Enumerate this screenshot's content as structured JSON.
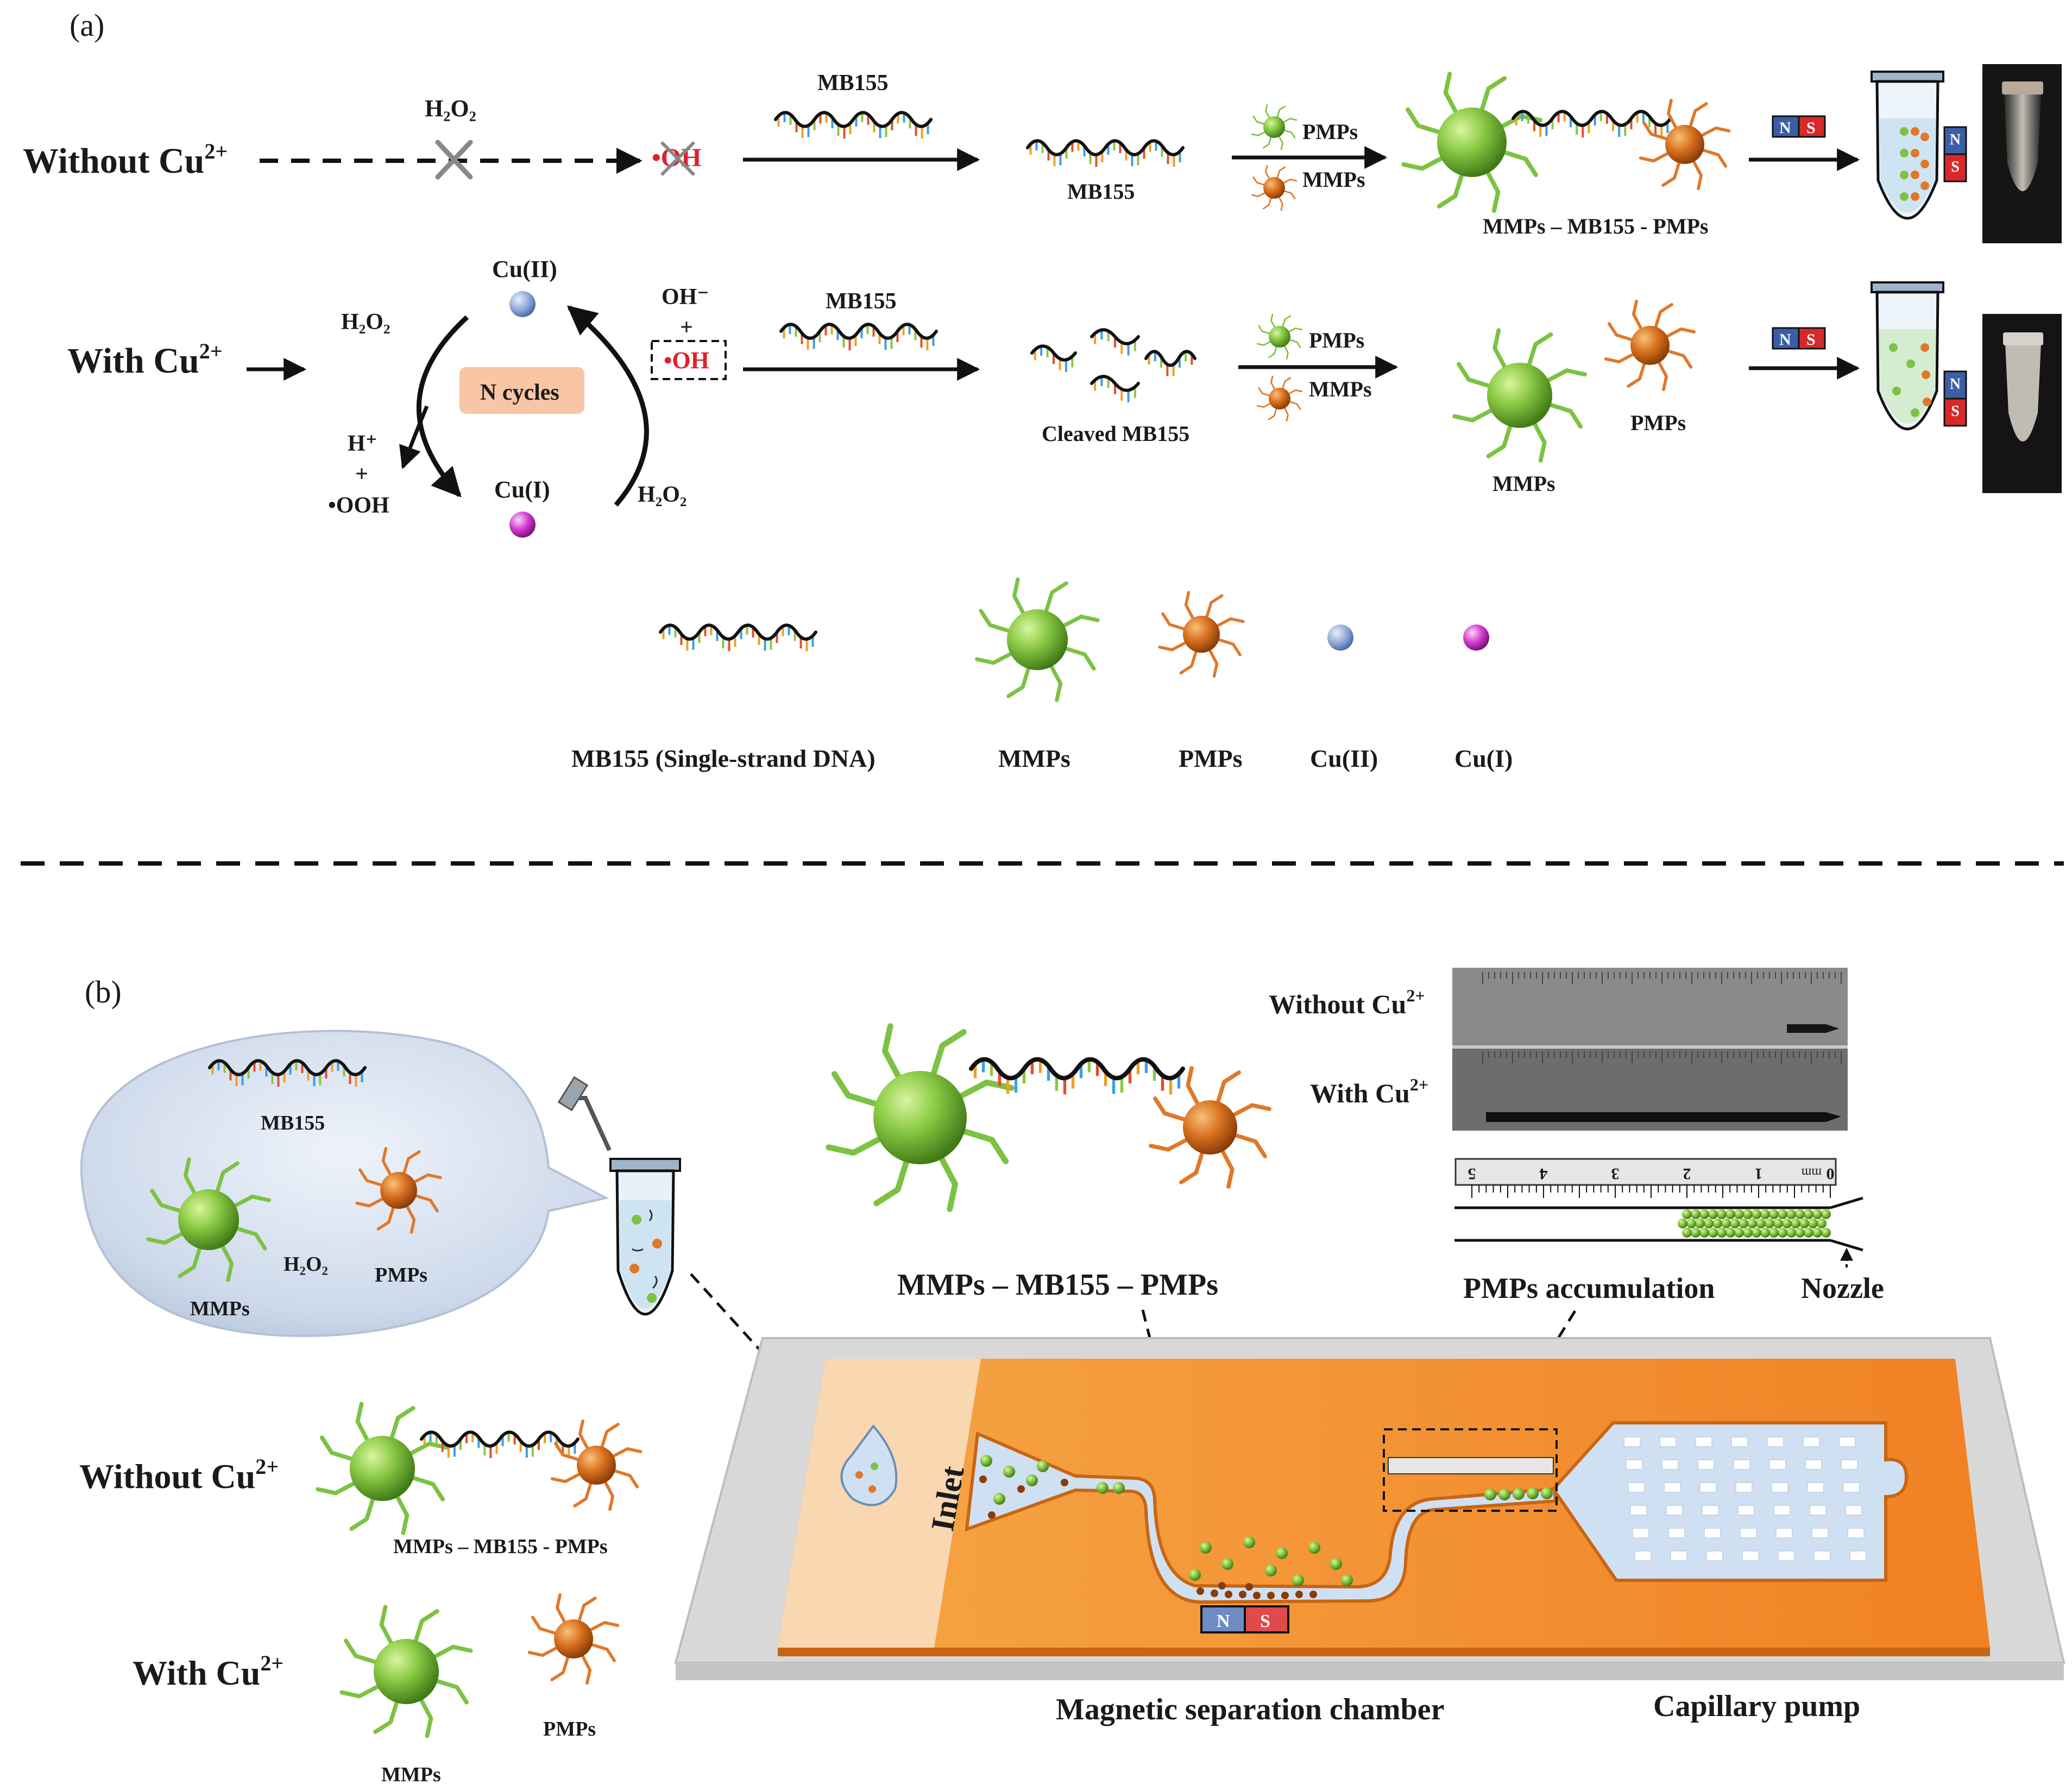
{
  "panel_a": {
    "label": "(a)",
    "row1": {
      "condition": "Without Cu",
      "condition_sup": "2+",
      "h2o2": "H₂O₂",
      "oh": "•OH",
      "mb155_top": "MB155",
      "mb155_bottom": "MB155",
      "pmps": "PMPs",
      "mmps": "MMPs",
      "complex": "MMPs – MB155 - PMPs",
      "magnet_n": "N",
      "magnet_s": "S"
    },
    "row2": {
      "condition": "With Cu",
      "condition_sup": "2+",
      "h2o2_left": "H₂O₂",
      "cu2": "Cu(II)",
      "cu1": "Cu(I)",
      "cycles": "N cycles",
      "hplus": "H⁺",
      "plus1": "+",
      "ooh": "•OOH",
      "ohminus": "OH⁻",
      "plus2": "+",
      "ohrad": "•OH",
      "h2o2_right": "H₂O₂",
      "mb155": "MB155",
      "cleaved": "Cleaved MB155",
      "pmps": "PMPs",
      "mmps": "MMPs",
      "free_pmps": "PMPs",
      "free_mmps": "MMPs",
      "magnet_n": "N",
      "magnet_s": "S"
    },
    "legend": [
      {
        "label": "MB155 (Single-strand DNA)"
      },
      {
        "label": "MMPs"
      },
      {
        "label": "PMPs"
      },
      {
        "label": "Cu(II)"
      },
      {
        "label": "Cu(I)"
      }
    ]
  },
  "panel_b": {
    "label": "(b)",
    "bubble": {
      "mb155": "MB155",
      "mmps": "MMPs",
      "h2o2": "H₂O₂",
      "pmps": "PMPs"
    },
    "without": {
      "condition": "Without Cu",
      "sup": "2+",
      "complex": "MMPs – MB155 - PMPs"
    },
    "with": {
      "condition": "With Cu",
      "sup": "2+",
      "pmps": "PMPs",
      "mmps": "MMPs"
    },
    "center_complex": "MMPs – MB155 – PMPs",
    "photo": {
      "without": "Without Cu",
      "with": "With Cu",
      "sup": "2+"
    },
    "ruler": {
      "unit": "mm",
      "ticks": [
        "0",
        "1",
        "2",
        "3",
        "4",
        "5"
      ]
    },
    "accumulation": "PMPs accumulation",
    "nozzle": "Nozzle",
    "chip": {
      "inlet": "Inlet",
      "chamber": "Magnetic separation chamber",
      "pump": "Capillary pump",
      "magnet_n": "N",
      "magnet_s": "S"
    }
  },
  "colors": {
    "mmp_green": "#7cc243",
    "pmp_orange": "#e0782a",
    "cu2_blue": "#8fa7d6",
    "cu1_magenta": "#d23ad0",
    "chip_orange": "#f28f2c",
    "channel_blue": "#cfe0f3",
    "ox_red": "#e0202a",
    "cycles_fill": "#f8c6a4"
  }
}
